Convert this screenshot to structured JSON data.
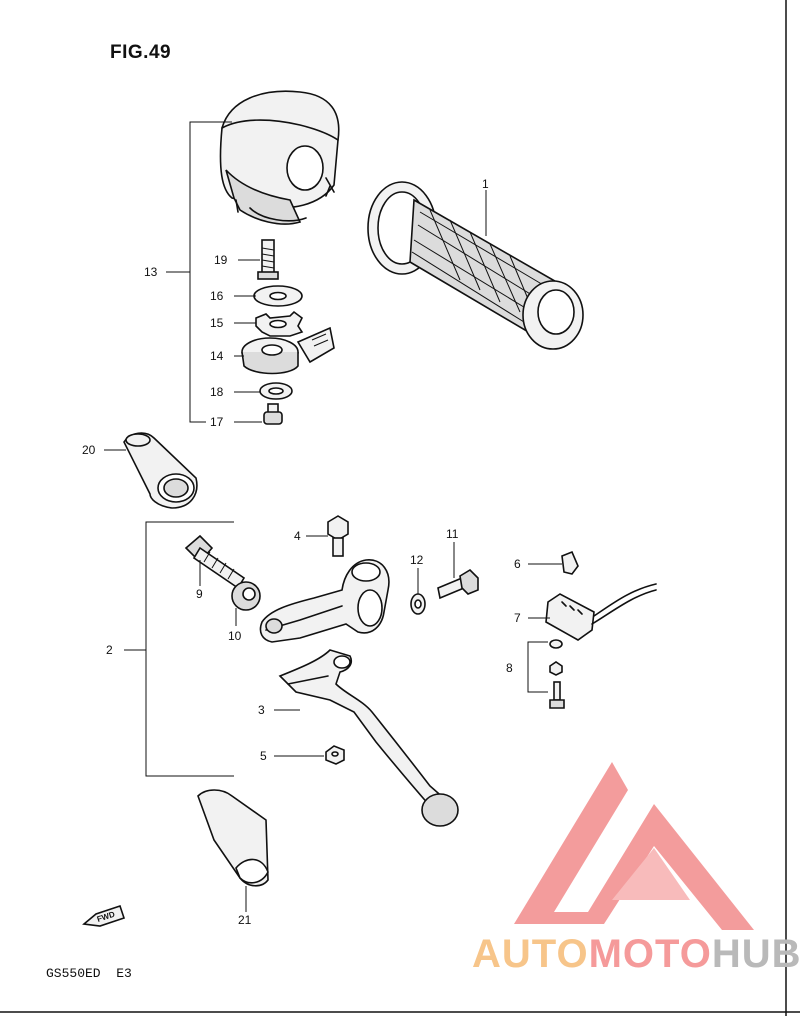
{
  "figure": {
    "title": "FIG.49",
    "model_code": "GS550ED  E3"
  },
  "callouts": [
    {
      "id": "c1",
      "text": "1"
    },
    {
      "id": "c2",
      "text": "2"
    },
    {
      "id": "c3",
      "text": "3"
    },
    {
      "id": "c4",
      "text": "4"
    },
    {
      "id": "c5",
      "text": "5"
    },
    {
      "id": "c6",
      "text": "6"
    },
    {
      "id": "c7",
      "text": "7"
    },
    {
      "id": "c8",
      "text": "8"
    },
    {
      "id": "c9",
      "text": "9"
    },
    {
      "id": "c10",
      "text": "10"
    },
    {
      "id": "c11",
      "text": "11"
    },
    {
      "id": "c12",
      "text": "12"
    },
    {
      "id": "c13",
      "text": "13"
    },
    {
      "id": "c14",
      "text": "14"
    },
    {
      "id": "c15",
      "text": "15"
    },
    {
      "id": "c16",
      "text": "16"
    },
    {
      "id": "c17",
      "text": "17"
    },
    {
      "id": "c18",
      "text": "18"
    },
    {
      "id": "c19",
      "text": "19"
    },
    {
      "id": "c20",
      "text": "20"
    },
    {
      "id": "c21",
      "text": "21"
    }
  ],
  "fwd_arrow": {
    "text": "FWD"
  },
  "watermark": {
    "part1": "AUTO",
    "part2": "MOTO",
    "part3": "HUB",
    "colors": {
      "auto": "#f7c58a",
      "moto": "#f59a9a",
      "hub": "#b9b9b9",
      "logo": "#f28b8b"
    }
  }
}
